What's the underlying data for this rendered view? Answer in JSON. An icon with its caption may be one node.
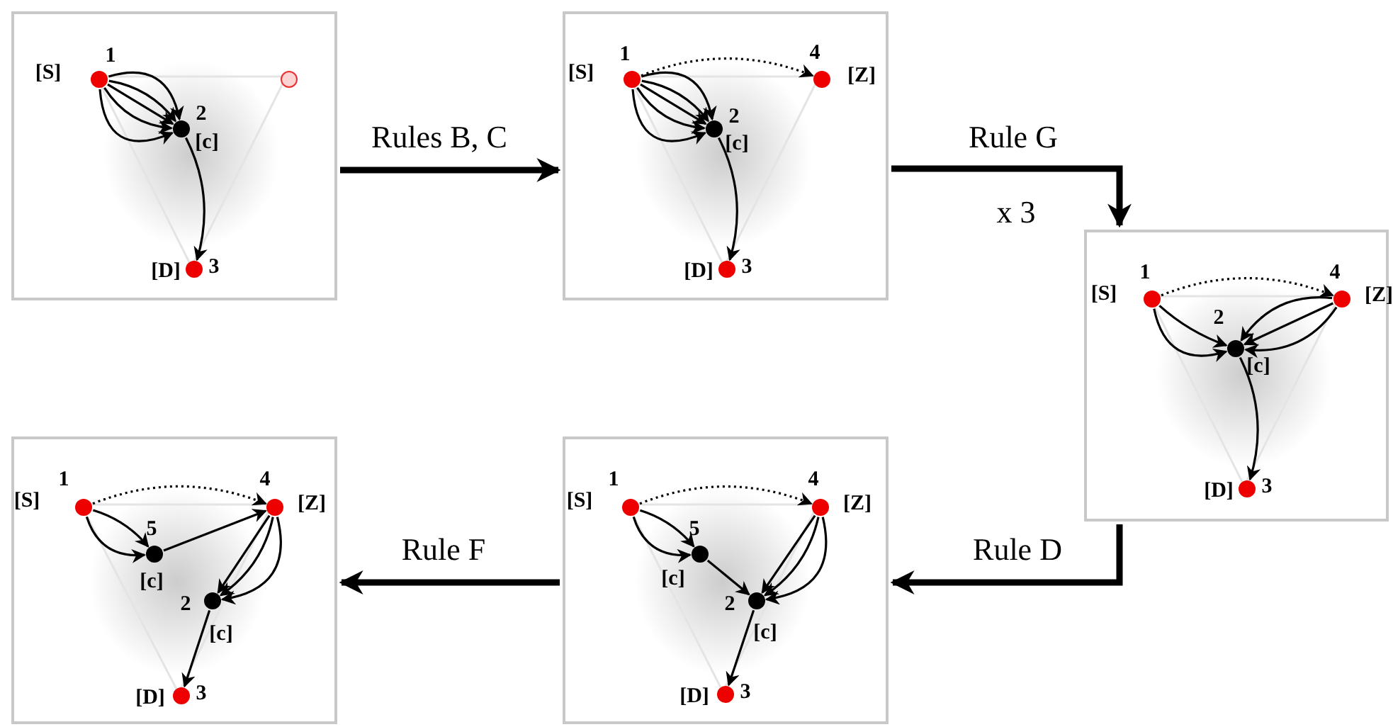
{
  "diagram": {
    "nodes": [
      {
        "text": [],
        "shape": "box"
      },
      {
        "text": [],
        "shape": "circle",
        "in": 0,
        "beside": [
          "[S]",
          "1"
        ]
      },
      {
        "text": [],
        "shape": "circle",
        "in": 0
      },
      {
        "text": [],
        "shape": "circle",
        "in": 0,
        "beside": [
          "2",
          "[c]"
        ]
      },
      {
        "text": [],
        "shape": "circle",
        "in": 0,
        "beside": [
          "[D]",
          "3"
        ]
      },
      {
        "text": [],
        "shape": "box"
      },
      {
        "text": [],
        "shape": "circle",
        "in": 5,
        "beside": [
          "[S]",
          "1"
        ]
      },
      {
        "text": [],
        "shape": "circle",
        "in": 5,
        "beside": [
          "4",
          "[Z]"
        ]
      },
      {
        "text": [],
        "shape": "circle",
        "in": 5,
        "beside": [
          "2",
          "[c]"
        ]
      },
      {
        "text": [],
        "shape": "circle",
        "in": 5,
        "beside": [
          "[D]",
          "3"
        ]
      },
      {
        "text": [],
        "shape": "box"
      },
      {
        "text": [],
        "shape": "circle",
        "in": 10,
        "beside": [
          "[S]",
          "1"
        ]
      },
      {
        "text": [],
        "shape": "circle",
        "in": 10,
        "beside": [
          "4",
          "[Z]"
        ]
      },
      {
        "text": [],
        "shape": "circle",
        "in": 10,
        "beside": [
          "2",
          "[c]"
        ]
      },
      {
        "text": [],
        "shape": "circle",
        "in": 10,
        "beside": [
          "[D]",
          "3"
        ]
      },
      {
        "text": [],
        "shape": "box"
      },
      {
        "text": [],
        "shape": "circle",
        "in": 15,
        "beside": [
          "[S]",
          "1"
        ]
      },
      {
        "text": [],
        "shape": "circle",
        "in": 15,
        "beside": [
          "4",
          "[Z]"
        ]
      },
      {
        "text": [],
        "shape": "circle",
        "in": 15,
        "beside": [
          "5",
          "[c]"
        ]
      },
      {
        "text": [],
        "shape": "circle",
        "in": 15,
        "beside": [
          "2",
          "[c]"
        ]
      },
      {
        "text": [],
        "shape": "circle",
        "in": 15,
        "beside": [
          "[D]",
          "3"
        ]
      },
      {
        "text": [],
        "shape": "box"
      },
      {
        "text": [],
        "shape": "circle",
        "in": 21,
        "beside": [
          "[S]",
          "1"
        ]
      },
      {
        "text": [],
        "shape": "circle",
        "in": 21,
        "beside": [
          "4",
          "[Z]"
        ]
      },
      {
        "text": [],
        "shape": "circle",
        "in": 21,
        "beside": [
          "5",
          "[c]"
        ]
      },
      {
        "text": [],
        "shape": "circle",
        "in": 21,
        "beside": [
          "2",
          "[c]"
        ]
      },
      {
        "text": [],
        "shape": "circle",
        "in": 21,
        "beside": [
          "[D]",
          "3"
        ]
      }
    ],
    "edges": [
      {
        "from": 0,
        "to": 5,
        "arrow": "to",
        "label": "Rules B, C",
        "style": "thick"
      },
      {
        "from": 5,
        "to": 10,
        "arrow": "to",
        "label": "Rule G",
        "style": "thick"
      },
      {
        "from": 10,
        "to": 21,
        "arrow": "to",
        "label": "Rule D",
        "style": "thick"
      },
      {
        "from": 21,
        "to": 15,
        "arrow": "to",
        "label": "Rule F",
        "style": "thick"
      },
      {
        "from": 1,
        "to": 3,
        "arrow": "to"
      },
      {
        "from": 1,
        "to": 3,
        "arrow": "to"
      },
      {
        "from": 1,
        "to": 3,
        "arrow": "to"
      },
      {
        "from": 1,
        "to": 3,
        "arrow": "to"
      },
      {
        "from": 1,
        "to": 3,
        "arrow": "to"
      },
      {
        "from": 3,
        "to": 4,
        "arrow": "to"
      },
      {
        "from": 6,
        "to": 7,
        "arrow": "to",
        "style": "dashed"
      },
      {
        "from": 6,
        "to": 8,
        "arrow": "to"
      },
      {
        "from": 6,
        "to": 8,
        "arrow": "to"
      },
      {
        "from": 6,
        "to": 8,
        "arrow": "to"
      },
      {
        "from": 6,
        "to": 8,
        "arrow": "to"
      },
      {
        "from": 6,
        "to": 8,
        "arrow": "to"
      },
      {
        "from": 8,
        "to": 9,
        "arrow": "to"
      },
      {
        "from": 11,
        "to": 12,
        "arrow": "to",
        "style": "dashed"
      },
      {
        "from": 11,
        "to": 13,
        "arrow": "to"
      },
      {
        "from": 11,
        "to": 13,
        "arrow": "to"
      },
      {
        "from": 12,
        "to": 13,
        "arrow": "to"
      },
      {
        "from": 12,
        "to": 13,
        "arrow": "to"
      },
      {
        "from": 12,
        "to": 13,
        "arrow": "to"
      },
      {
        "from": 13,
        "to": 14,
        "arrow": "to"
      },
      {
        "from": 16,
        "to": 17,
        "arrow": "to",
        "style": "dashed"
      },
      {
        "from": 16,
        "to": 18,
        "arrow": "to"
      },
      {
        "from": 16,
        "to": 18,
        "arrow": "to"
      },
      {
        "from": 18,
        "to": 17,
        "arrow": "to"
      },
      {
        "from": 17,
        "to": 19,
        "arrow": "to"
      },
      {
        "from": 17,
        "to": 19,
        "arrow": "to"
      },
      {
        "from": 17,
        "to": 19,
        "arrow": "to"
      },
      {
        "from": 19,
        "to": 20,
        "arrow": "to"
      },
      {
        "from": 22,
        "to": 23,
        "arrow": "to",
        "style": "dashed"
      },
      {
        "from": 22,
        "to": 24,
        "arrow": "to"
      },
      {
        "from": 22,
        "to": 24,
        "arrow": "to"
      },
      {
        "from": 24,
        "to": 25,
        "arrow": "to"
      },
      {
        "from": 23,
        "to": 25,
        "arrow": "to"
      },
      {
        "from": 23,
        "to": 25,
        "arrow": "to"
      },
      {
        "from": 23,
        "to": 25,
        "arrow": "to"
      },
      {
        "from": 25,
        "to": 26,
        "arrow": "to"
      }
    ],
    "labels": [
      "x 3"
    ]
  }
}
